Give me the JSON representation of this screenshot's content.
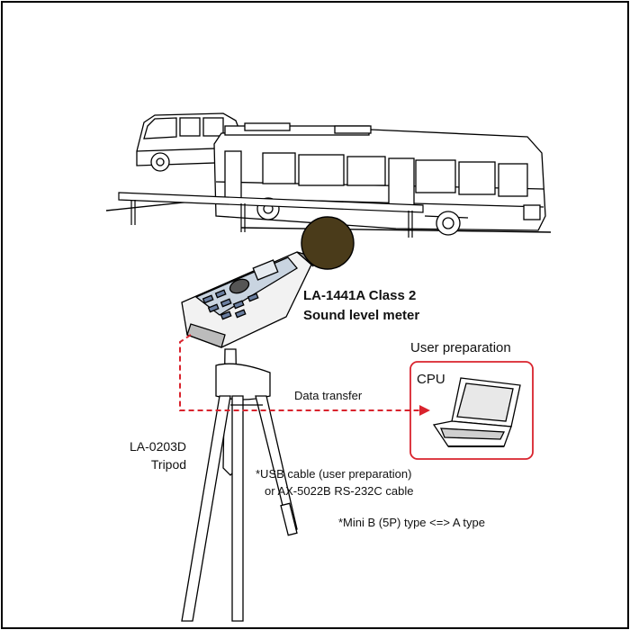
{
  "meter": {
    "model": "LA-1441A Class 2",
    "name": "Sound level meter"
  },
  "tripod": {
    "model": "LA-0203D",
    "name": "Tripod"
  },
  "computer": {
    "group_label": "User preparation",
    "label": "CPU"
  },
  "connection": {
    "label": "Data transfer",
    "cable_line1": "*USB cable (user preparation)",
    "cable_line2": "or  AX-5022B   RS-232C cable",
    "connector_note": "*Mini B (5P) type <=> A type"
  },
  "colors": {
    "accent": "#d9232d",
    "windscreen": "#4a3b1a",
    "outline": "#000000"
  },
  "icons": [
    "van-icon",
    "bus-icon",
    "guardrail-icon",
    "sound-level-meter-icon",
    "windscreen-icon",
    "tripod-icon",
    "laptop-icon"
  ]
}
